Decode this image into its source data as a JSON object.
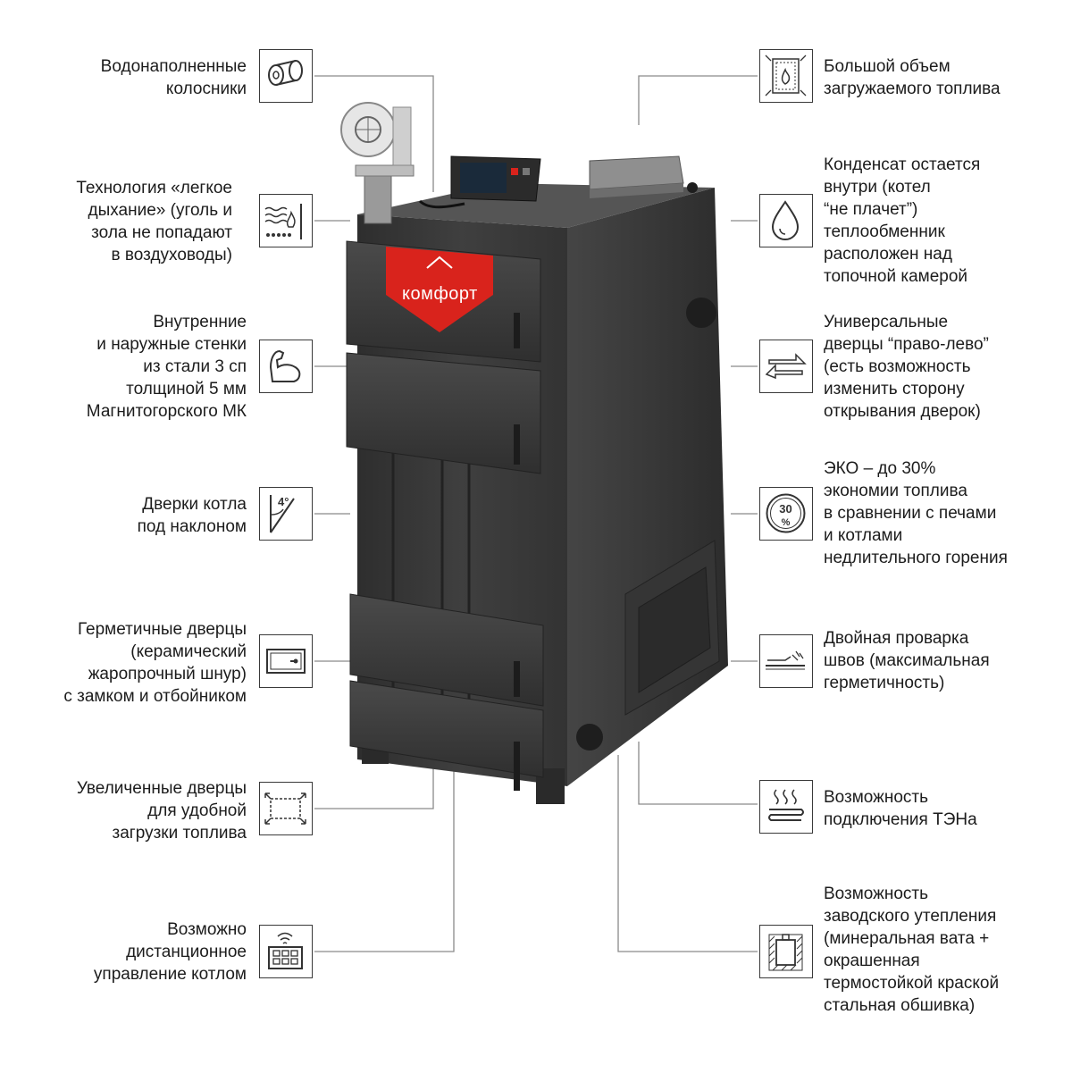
{
  "brand": {
    "logo_text": "комфорт",
    "accent_color": "#d9231c",
    "body_color": "#3b3b3b"
  },
  "features_left": [
    {
      "id": "water-grates",
      "text": "Водонаполненные\nколосники",
      "icon": "pipe-icon"
    },
    {
      "id": "easy-breath",
      "text": "Технология «легкое\nдыхание» (уголь и\nзола не попадают\nв воздуховоды)",
      "icon": "ash-flow-icon"
    },
    {
      "id": "steel-walls",
      "text": "Внутренние\nи наружные стенки\nиз стали 3 сп\nтолщиной 5 мм\nМагнитогорского МК",
      "icon": "muscle-arm-icon"
    },
    {
      "id": "tilted-doors",
      "text": "Дверки котла\nпод наклоном",
      "icon": "angle-4-icon",
      "icon_text": "4°"
    },
    {
      "id": "sealed-doors",
      "text": "Герметичные дверцы\n(керамический\nжаропрочный шнур)\nс замком и отбойником",
      "icon": "sealed-door-icon"
    },
    {
      "id": "large-doors",
      "text": "Увеличенные дверцы\nдля удобной\nзагрузки топлива",
      "icon": "enlarged-door-icon"
    },
    {
      "id": "remote-control",
      "text": "Возможно\nдистанционное\nуправление котлом",
      "icon": "remote-control-icon"
    }
  ],
  "features_right": [
    {
      "id": "large-volume",
      "text": "Большой объем\nзагружаемого топлива",
      "icon": "fuel-chamber-icon"
    },
    {
      "id": "condensate",
      "text": "Конденсат остается\nвнутри (котел\n“не плачет”)\nтеплообменник\nрасположен над\nтопочной камерой",
      "icon": "drop-icon"
    },
    {
      "id": "universal-doors",
      "text": "Универсальные\nдверцы “право-лево”\n(есть возможность\nизменить сторону\nоткрывания дверок)",
      "icon": "left-right-arrows-icon"
    },
    {
      "id": "eco",
      "text": "ЭКО – до 30%\nэкономии топлива\nв сравнении с печами\nи котлами\nнедлительного горения",
      "icon": "eco-30-icon",
      "icon_text_top": "30",
      "icon_text_bottom": "%"
    },
    {
      "id": "double-weld",
      "text": "Двойная проварка\nшвов (максимальная\nгерметичность)",
      "icon": "weld-icon"
    },
    {
      "id": "heater",
      "text": "Возможность\nподключения ТЭНа",
      "icon": "heater-icon"
    },
    {
      "id": "insulation",
      "text": "Возможность\nзаводского утепления\n(минеральная вата +\nокрашенная\nтермостойкой краской\nстальная обшивка)",
      "icon": "insulation-icon"
    }
  ]
}
